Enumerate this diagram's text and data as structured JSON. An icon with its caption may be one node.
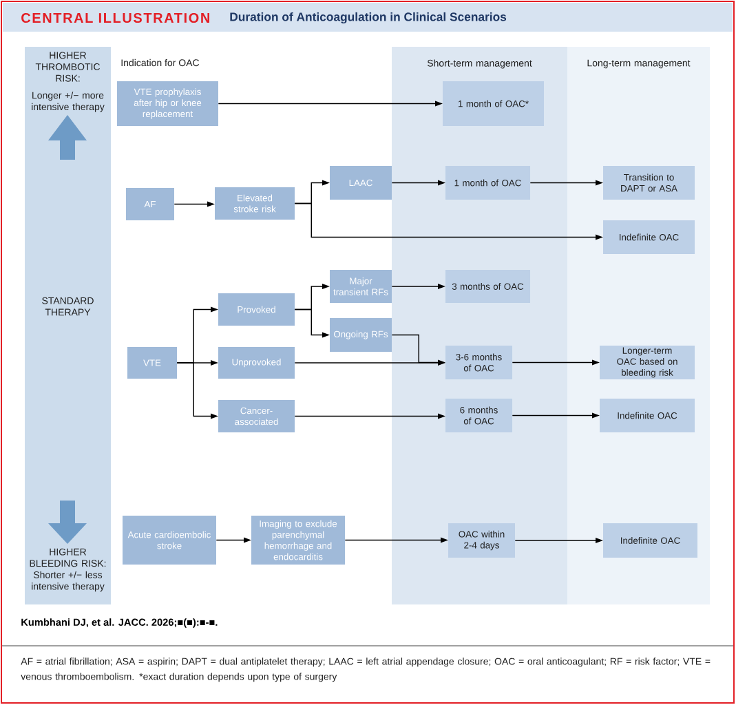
{
  "diagram": {
    "title": "Duration of Anticoagulation in Clinical Scenarios",
    "caption": "AF = atrial fibrillation; ASA = aspirin; DAPT = dual antiplatelet therapy; LAAC = left atrial appendage closure; OAC = oral anticoagulant; RF = risk factor; VTE = venous thromboembolism. *exact duration depends upon type of surgery",
    "nodes": [
      {
        "text": [
          "HIGHER THROMBOTIC RISK:",
          "Longer +/− more intensive therapy",
          "STANDARD THERAPY",
          "HIGHER BLEEDING RISK: Shorter +/− less intensive therapy"
        ]
      },
      {
        "text": [
          "Short-term management"
        ]
      },
      {
        "text": [
          "Long-term management"
        ]
      },
      {
        "text": [
          "VTE prophylaxis after hip or knee replacement"
        ]
      },
      {
        "text": [
          "1 month of OAC*"
        ],
        "in": 1
      },
      {
        "text": [
          "AF"
        ]
      },
      {
        "text": [
          "Elevated stroke risk"
        ]
      },
      {
        "text": [
          "LAAC"
        ]
      },
      {
        "text": [
          "1 month of OAC"
        ],
        "in": 1
      },
      {
        "text": [
          "Transition to DAPT or ASA"
        ],
        "in": 2
      },
      {
        "text": [
          "Indefinite OAC"
        ],
        "in": 2
      },
      {
        "text": [
          "Major transient RFs"
        ]
      },
      {
        "text": [
          "3 months of OAC"
        ],
        "in": 1
      },
      {
        "text": [
          "Provoked"
        ]
      },
      {
        "text": [
          "Ongoing RFs"
        ]
      },
      {
        "text": [
          "VTE"
        ]
      },
      {
        "text": [
          "Unprovoked"
        ]
      },
      {
        "text": [
          "3-6 months of OAC"
        ],
        "in": 1
      },
      {
        "text": [
          "Longer-term OAC based on bleeding risk"
        ],
        "in": 2
      },
      {
        "text": [
          "Cancer-associated"
        ]
      },
      {
        "text": [
          "6 months of OAC"
        ],
        "in": 1
      },
      {
        "text": [
          "Indefinite OAC"
        ],
        "in": 2
      },
      {
        "text": [
          "Acute cardioembolic stroke"
        ]
      },
      {
        "text": [
          "Imaging to exclude parenchymal hemorrhage and endocarditis"
        ]
      },
      {
        "text": [
          "OAC within 2-4 days"
        ],
        "in": 1
      },
      {
        "text": [
          "Indefinite OAC"
        ],
        "in": 2
      }
    ],
    "edges": [
      {
        "from": 3,
        "to": 4,
        "arrow": "to"
      },
      {
        "from": 5,
        "to": 6,
        "arrow": "to"
      },
      {
        "from": 6,
        "to": 7,
        "arrow": "to"
      },
      {
        "from": 6,
        "to": 10,
        "arrow": "to"
      },
      {
        "from": 7,
        "to": 8,
        "arrow": "to"
      },
      {
        "from": 8,
        "to": 9,
        "arrow": "to"
      },
      {
        "from": 15,
        "to": 13,
        "arrow": "to"
      },
      {
        "from": 15,
        "to": 16,
        "arrow": "to"
      },
      {
        "from": 15,
        "to": 19,
        "arrow": "to"
      },
      {
        "from": 13,
        "to": 11,
        "arrow": "to"
      },
      {
        "from": 13,
        "to": 14,
        "arrow": "to"
      },
      {
        "from": 11,
        "to": 12,
        "arrow": "to"
      },
      {
        "from": 14,
        "to": 17,
        "arrow": "to"
      },
      {
        "from": 16,
        "to": 17,
        "arrow": "to"
      },
      {
        "from": 17,
        "to": 18,
        "arrow": "to"
      },
      {
        "from": 19,
        "to": 20,
        "arrow": "to"
      },
      {
        "from": 20,
        "to": 21,
        "arrow": "to"
      },
      {
        "from": 22,
        "to": 23,
        "arrow": "to"
      },
      {
        "from": 23,
        "to": 24,
        "arrow": "to"
      },
      {
        "from": 24,
        "to": 25,
        "arrow": "to"
      }
    ],
    "labels": [
      "CENTRAL ILLUSTRATION",
      "Indication for OAC",
      "Kumbhani DJ, et al. JACC. 2026;■(■):■-■."
    ]
  }
}
